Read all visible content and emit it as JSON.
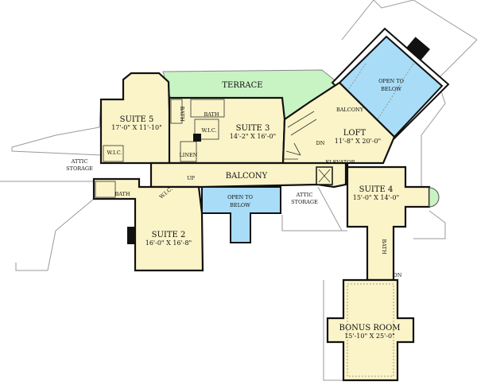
{
  "plan": {
    "rooms": [
      {
        "name": "TERRACE"
      },
      {
        "name": "SUITE 5",
        "dims": "17'-0\" X 11'-10\""
      },
      {
        "name": "SUITE 3",
        "dims": "14'-2\" X 16'-0\""
      },
      {
        "name": "LOFT",
        "dims": "11'-8\" X 20'-0\""
      },
      {
        "name": "SUITE 4",
        "dims": "15'-0\" X 14'-0\""
      },
      {
        "name": "SUITE 2",
        "dims": "16'-0\" X 16'-8\""
      },
      {
        "name": "BONUS ROOM",
        "dims": "15'-10\" X 25'-0\""
      }
    ],
    "labels": {
      "balcony": "BALCONY",
      "loft_balcony": "BALCONY",
      "open_to_below_1": "OPEN TO",
      "open_to_below_2": "BELOW",
      "attic": "ATTIC",
      "storage": "STORAGE",
      "bath": "BATH",
      "wic": "W.I.C.",
      "linen": "LINEN",
      "up": "UP",
      "dn": "DN",
      "elevator": "ELEVATOR"
    },
    "colors": {
      "room": "#fbf4c8",
      "open_to_below": "#a9dcf7",
      "terrace": "#c8f3c3",
      "walls": "#111111"
    }
  }
}
